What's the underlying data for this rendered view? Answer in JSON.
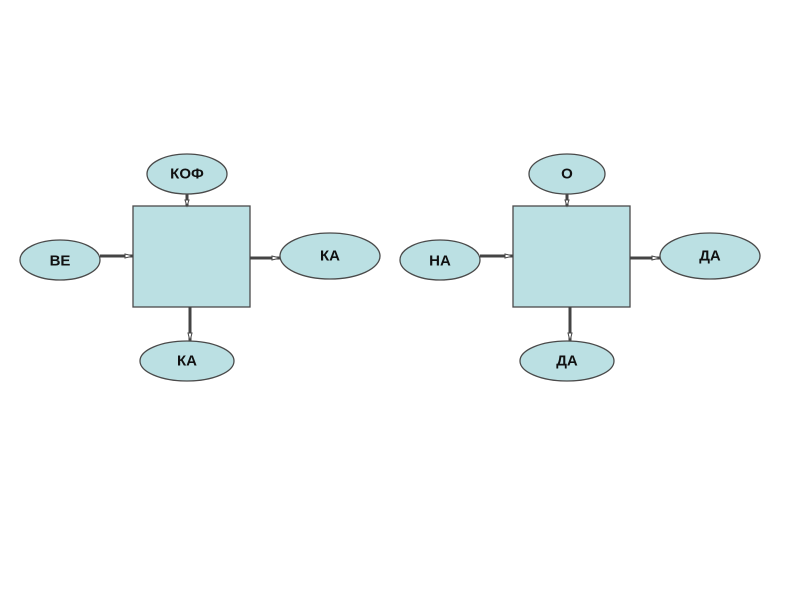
{
  "colors": {
    "node_fill": "#bbe0e3",
    "outline": "#4a4a4a"
  },
  "diagrams": [
    {
      "top": "КОФ",
      "left": "ВЕ",
      "right": "КА",
      "bottom": "КА"
    },
    {
      "top": "О",
      "left": "НА",
      "right": "ДА",
      "bottom": "ДА"
    }
  ]
}
